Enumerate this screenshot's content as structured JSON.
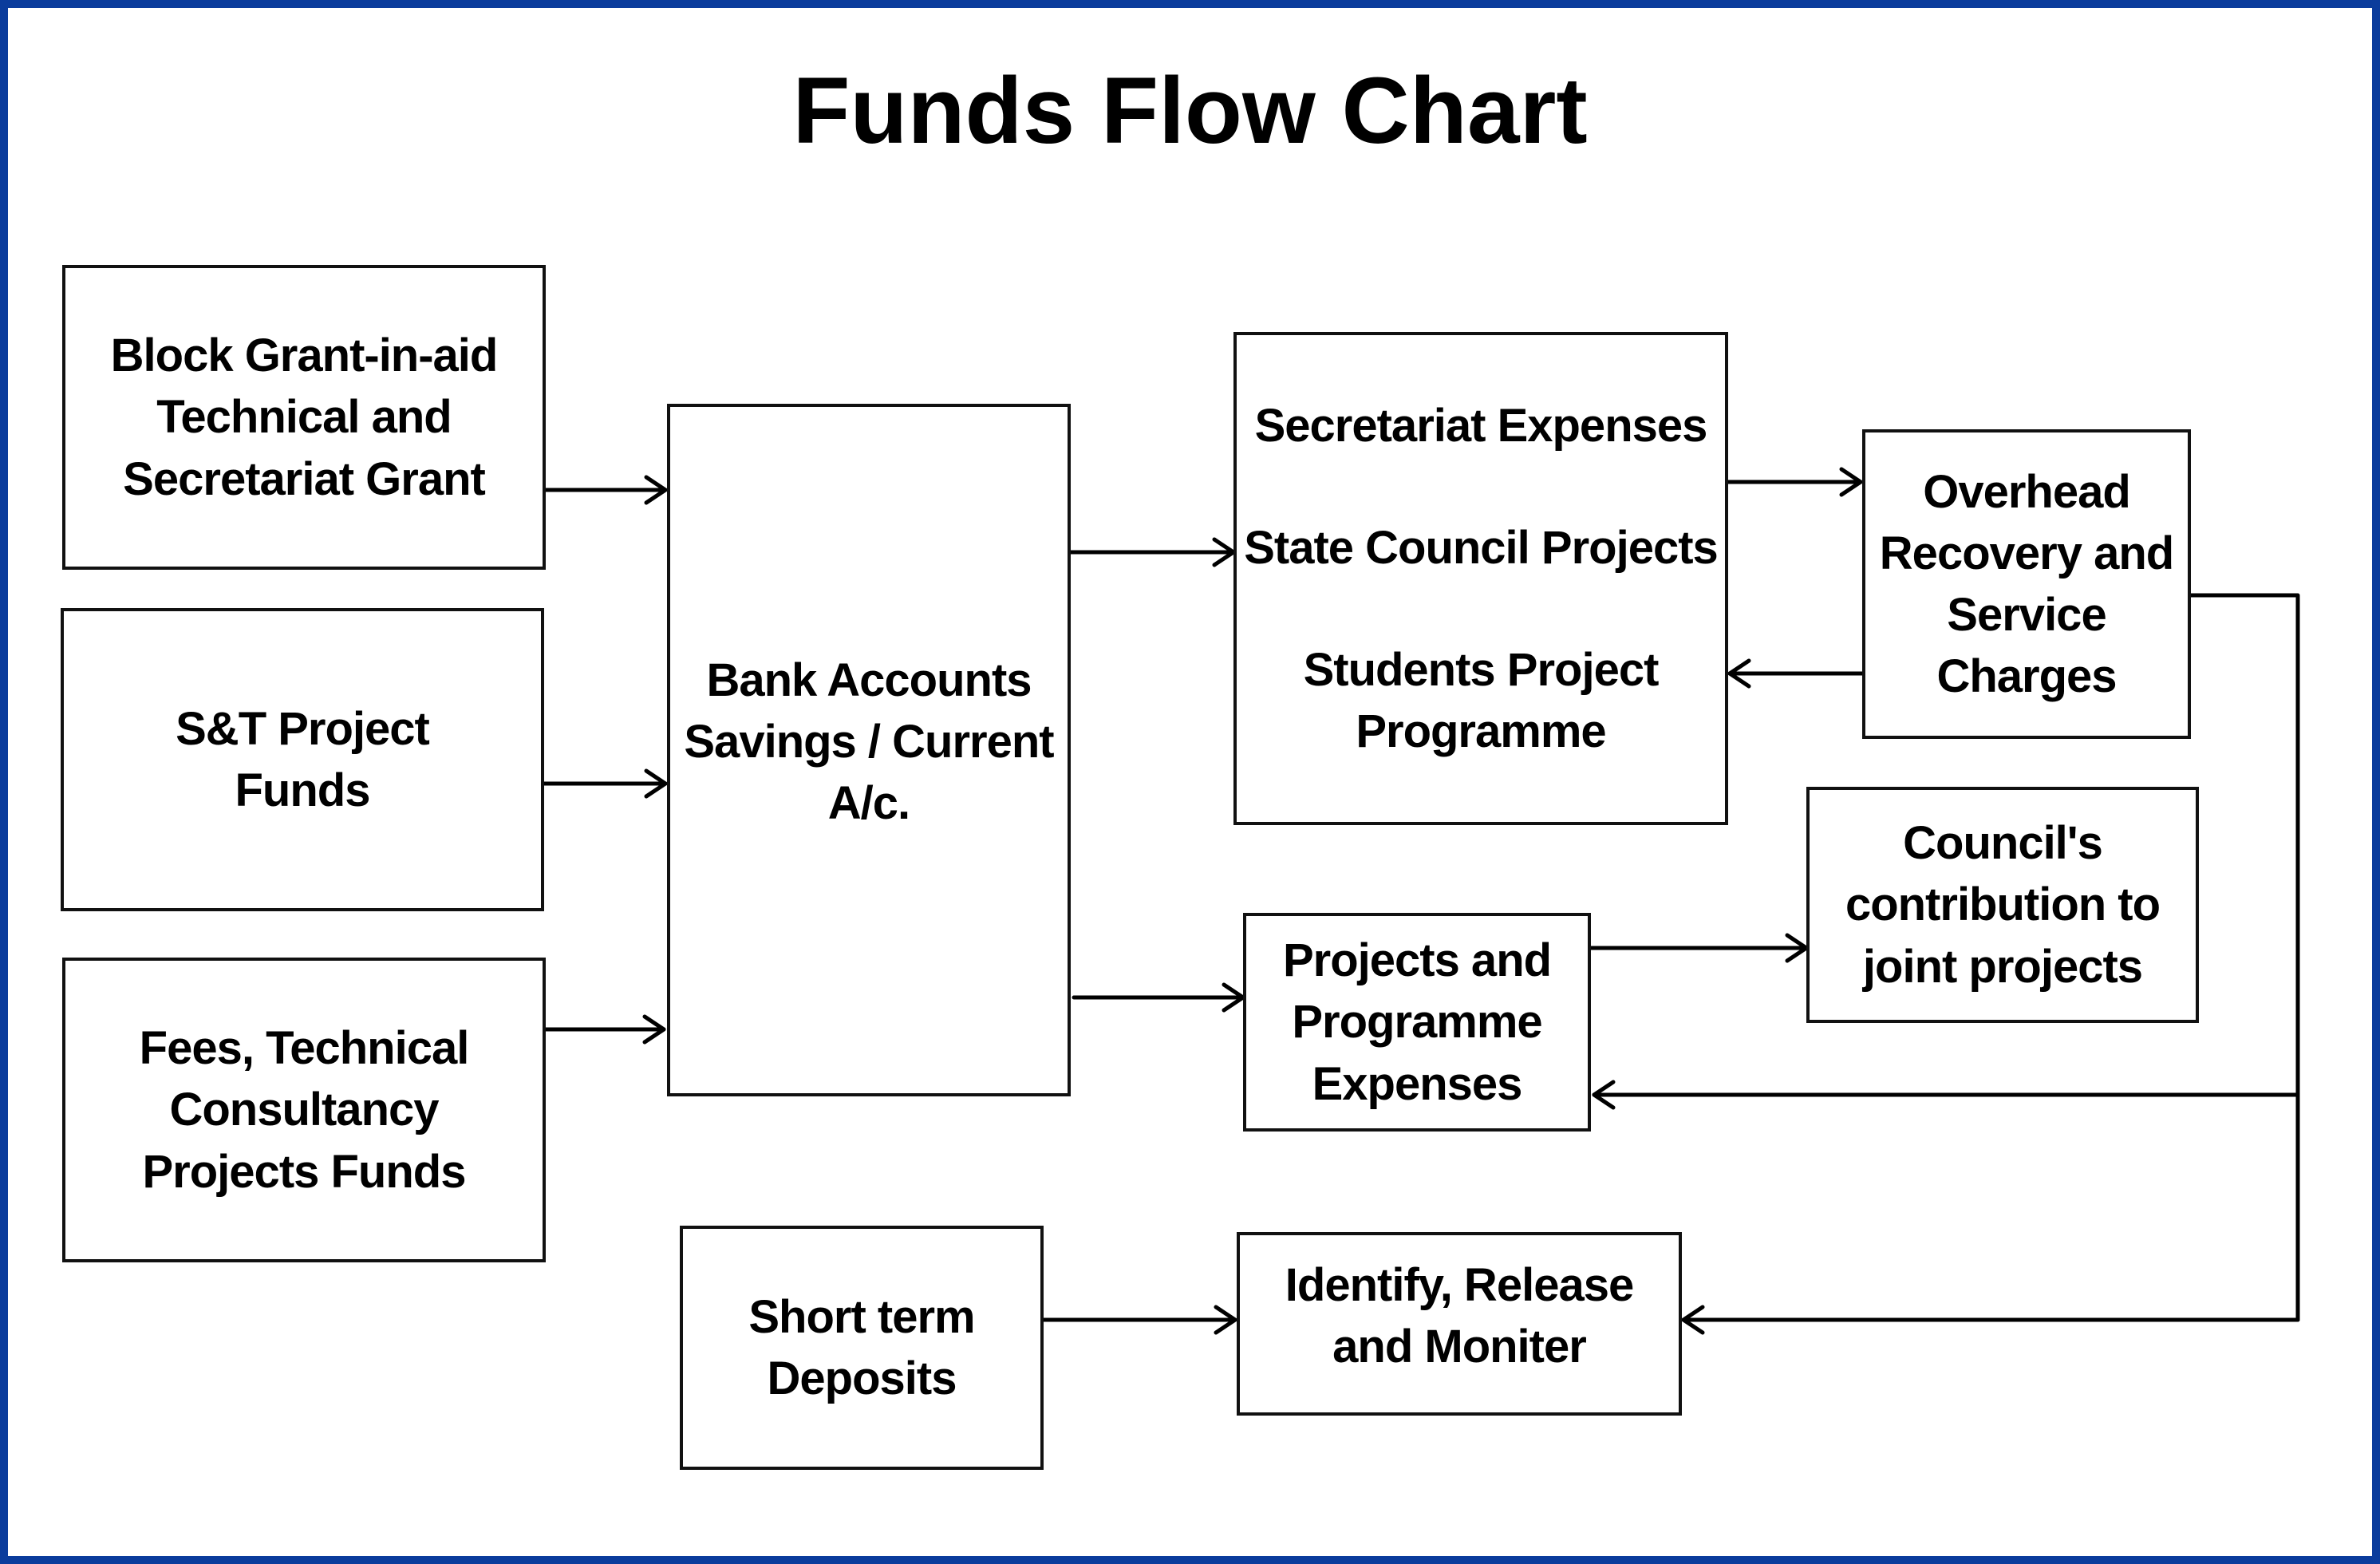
{
  "title": "Funds Flow Chart",
  "colors": {
    "frame_border": "#0a3c9c",
    "box_border": "#111111",
    "text": "#000000",
    "background": "#ffffff"
  },
  "nodes": {
    "block_grant": {
      "lines": [
        "Block Grant-in-aid",
        "Technical and",
        "Secretariat Grant"
      ]
    },
    "st_project": {
      "lines": [
        "S&T Project",
        "Funds"
      ]
    },
    "fees_consultancy": {
      "lines": [
        "Fees, Technical",
        "Consultancy",
        "Projects Funds"
      ]
    },
    "bank_accounts": {
      "lines": [
        "Bank Accounts",
        "Savings / Current",
        "A/c."
      ]
    },
    "expenses_group": {
      "item_1": "Secretariat Expenses",
      "item_2": "State Council Projects",
      "item_3_lines": [
        "Students Project",
        "Programme"
      ]
    },
    "overhead_recovery": {
      "lines": [
        "Overhead",
        "Recovery and",
        "Service",
        "Charges"
      ]
    },
    "projects_expenses": {
      "lines": [
        "Projects and",
        "Programme",
        "Expenses"
      ]
    },
    "council_contribution": {
      "lines": [
        "Council's",
        "contribution to",
        "joint projects"
      ]
    },
    "short_term": {
      "lines": [
        "Short term",
        "Deposits"
      ]
    },
    "identify_release": {
      "lines": [
        "Identify, Release",
        "and Moniter"
      ]
    }
  }
}
